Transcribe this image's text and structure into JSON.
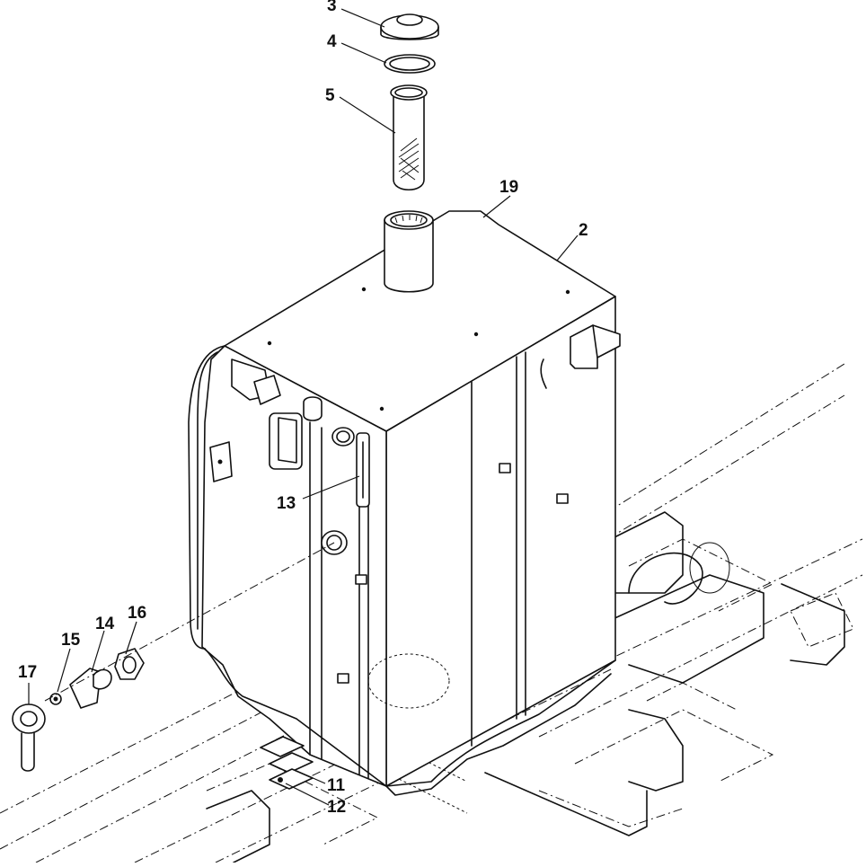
{
  "callouts": [
    {
      "id": "3",
      "label": "3"
    },
    {
      "id": "4",
      "label": "4"
    },
    {
      "id": "5",
      "label": "5"
    },
    {
      "id": "19",
      "label": "19"
    },
    {
      "id": "2",
      "label": "2"
    },
    {
      "id": "13",
      "label": "13"
    },
    {
      "id": "17",
      "label": "17"
    },
    {
      "id": "15",
      "label": "15"
    },
    {
      "id": "14",
      "label": "14"
    },
    {
      "id": "16",
      "label": "16"
    },
    {
      "id": "11",
      "label": "11"
    },
    {
      "id": "12",
      "label": "12"
    }
  ]
}
